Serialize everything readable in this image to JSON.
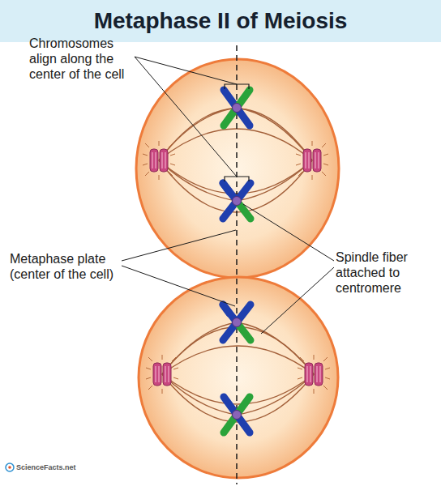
{
  "diagram": {
    "title": "Metaphase II of Meiosis",
    "labels": [
      "Chromosomes align along the center of the cell",
      "Metaphase plate (center of the cell)",
      "Spindle fiber attached to centromere",
      "ScienceFacts.net"
    ]
  }
}
